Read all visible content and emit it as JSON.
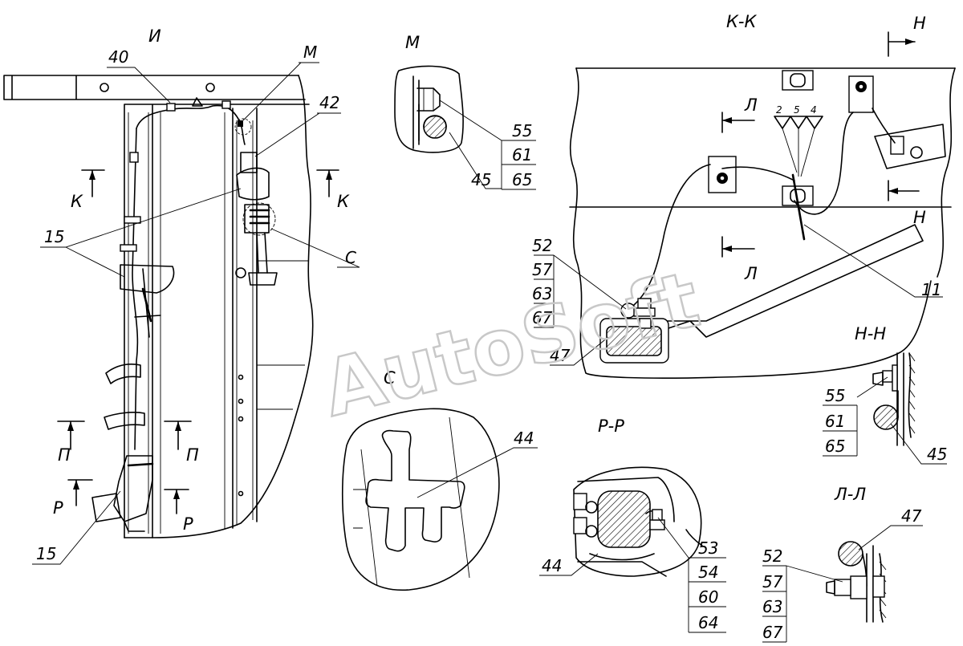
{
  "watermark": "AutoSoft",
  "views": {
    "I": "И",
    "M": "М",
    "KK": "К-К",
    "C": "С",
    "PP": "Р-Р",
    "HH": "Н-Н",
    "LL": "Л-Л"
  },
  "section_marks": {
    "K": "К",
    "H": "Н",
    "L": "Л",
    "P": "П",
    "R": "Р"
  },
  "labels": {
    "p40": "40",
    "pM": "М",
    "p42": "42",
    "p15a": "15",
    "pC": "С",
    "p15b": "15",
    "p44a": "44",
    "p44b": "44",
    "p11": "11",
    "p47a": "47",
    "p47b": "47",
    "p45a": "45",
    "p45b": "45"
  },
  "stacks": {
    "m": [
      "55",
      "61",
      "65"
    ],
    "kk": [
      "52",
      "57",
      "63",
      "67"
    ],
    "hh": [
      "55",
      "61",
      "65"
    ],
    "pp": [
      "53",
      "54",
      "60",
      "64"
    ],
    "ll": [
      "52",
      "57",
      "63",
      "67"
    ]
  },
  "connector_numbers": [
    "2",
    "5",
    "4"
  ]
}
